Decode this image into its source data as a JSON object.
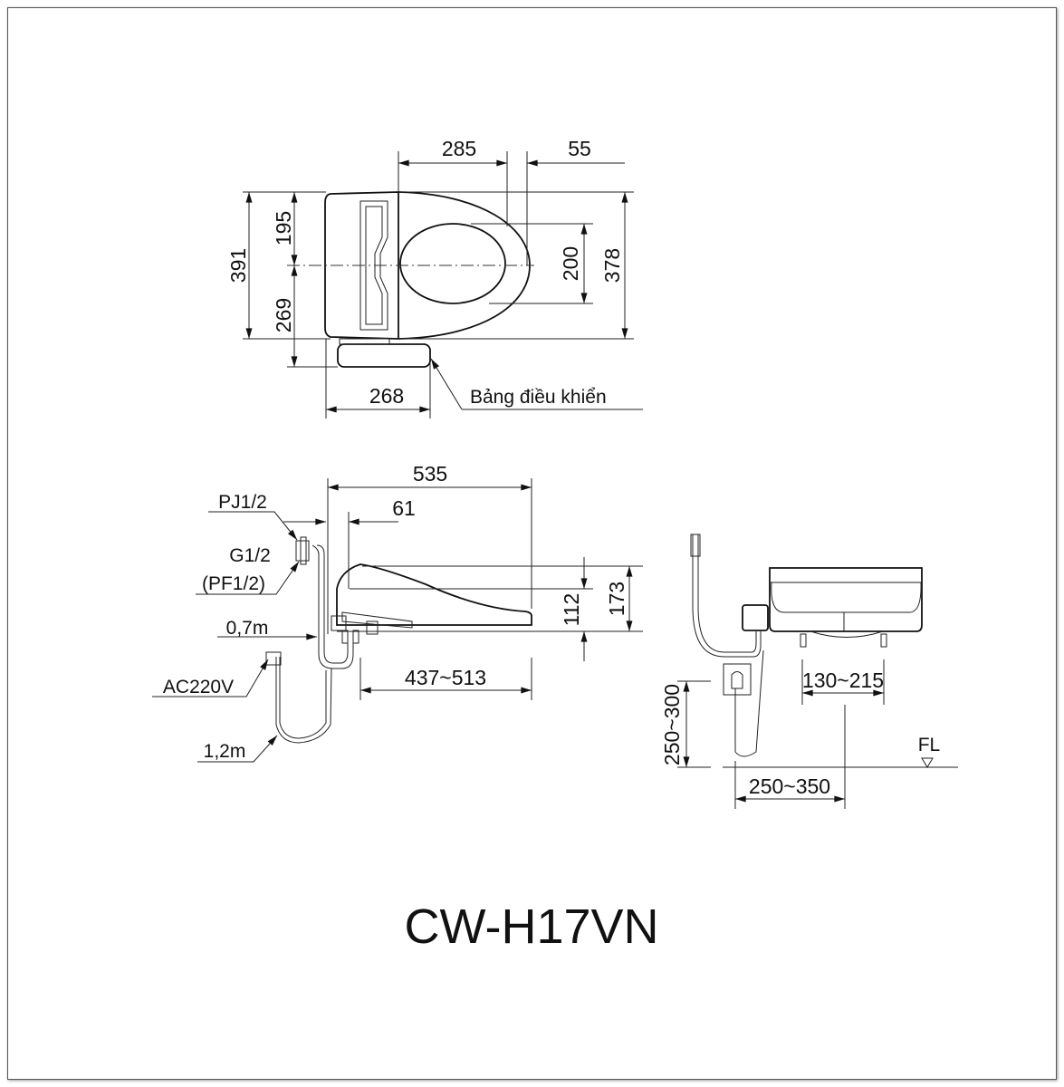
{
  "model": "CW-H17VN",
  "top_view": {
    "dims": {
      "d285": "285",
      "d55": "55",
      "d391": "391",
      "d195": "195",
      "d269": "269",
      "d200": "200",
      "d378": "378",
      "d268": "268"
    },
    "control_panel_label": "Bảng điều khiển"
  },
  "side_view": {
    "dims": {
      "d535": "535",
      "d61": "61",
      "d112": "112",
      "d173": "173",
      "d437_513": "437~513"
    },
    "labels": {
      "pj": "PJ1/2",
      "g": "G1/2",
      "pf": "(PF1/2)",
      "hose": "0,7m",
      "power": "AC220V",
      "cord": "1,2m"
    }
  },
  "rear_view": {
    "dims": {
      "d130_215": "130~215",
      "d250_300": "250~300",
      "d250_350": "250~350"
    },
    "floor_label": "FL"
  }
}
